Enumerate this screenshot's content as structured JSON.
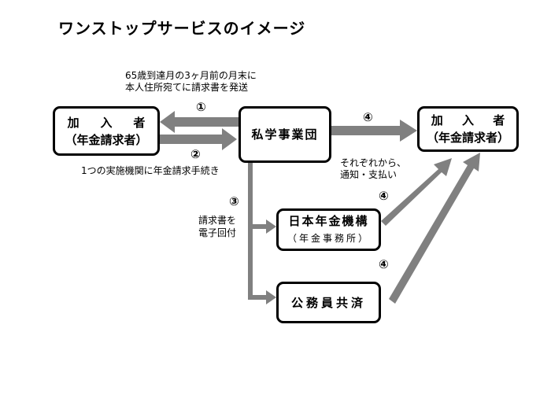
{
  "title": "ワンストップサービスのイメージ",
  "boxes": {
    "member_left": {
      "line1": [
        "加",
        "入",
        "者"
      ],
      "line2": "（年金請求者）"
    },
    "school_fund": {
      "label": "私学事業団"
    },
    "member_right": {
      "line1": [
        "加",
        "入",
        "者"
      ],
      "line2": "（年金請求者）"
    },
    "nenkin": {
      "label": "日本年金機構",
      "sub": "（年金事務所）"
    },
    "kyosai": {
      "label": "公務員共済"
    }
  },
  "notes": {
    "step1_line1": "65歳到達月の3ヶ月前の月末に",
    "step1_line2": "本人住所宛てに請求書を発送",
    "step2": "1つの実施機関に年金請求手続き",
    "step3_line1": "請求書を",
    "step3_line2": "電子回付",
    "step4_line1": "それぞれから、",
    "step4_line2": "通知・支払い"
  },
  "step_numbers": {
    "one": "①",
    "two": "②",
    "three": "③",
    "four_a": "④",
    "four_b": "④",
    "four_c": "④"
  },
  "colors": {
    "arrow": "#808080",
    "border": "#000000"
  }
}
